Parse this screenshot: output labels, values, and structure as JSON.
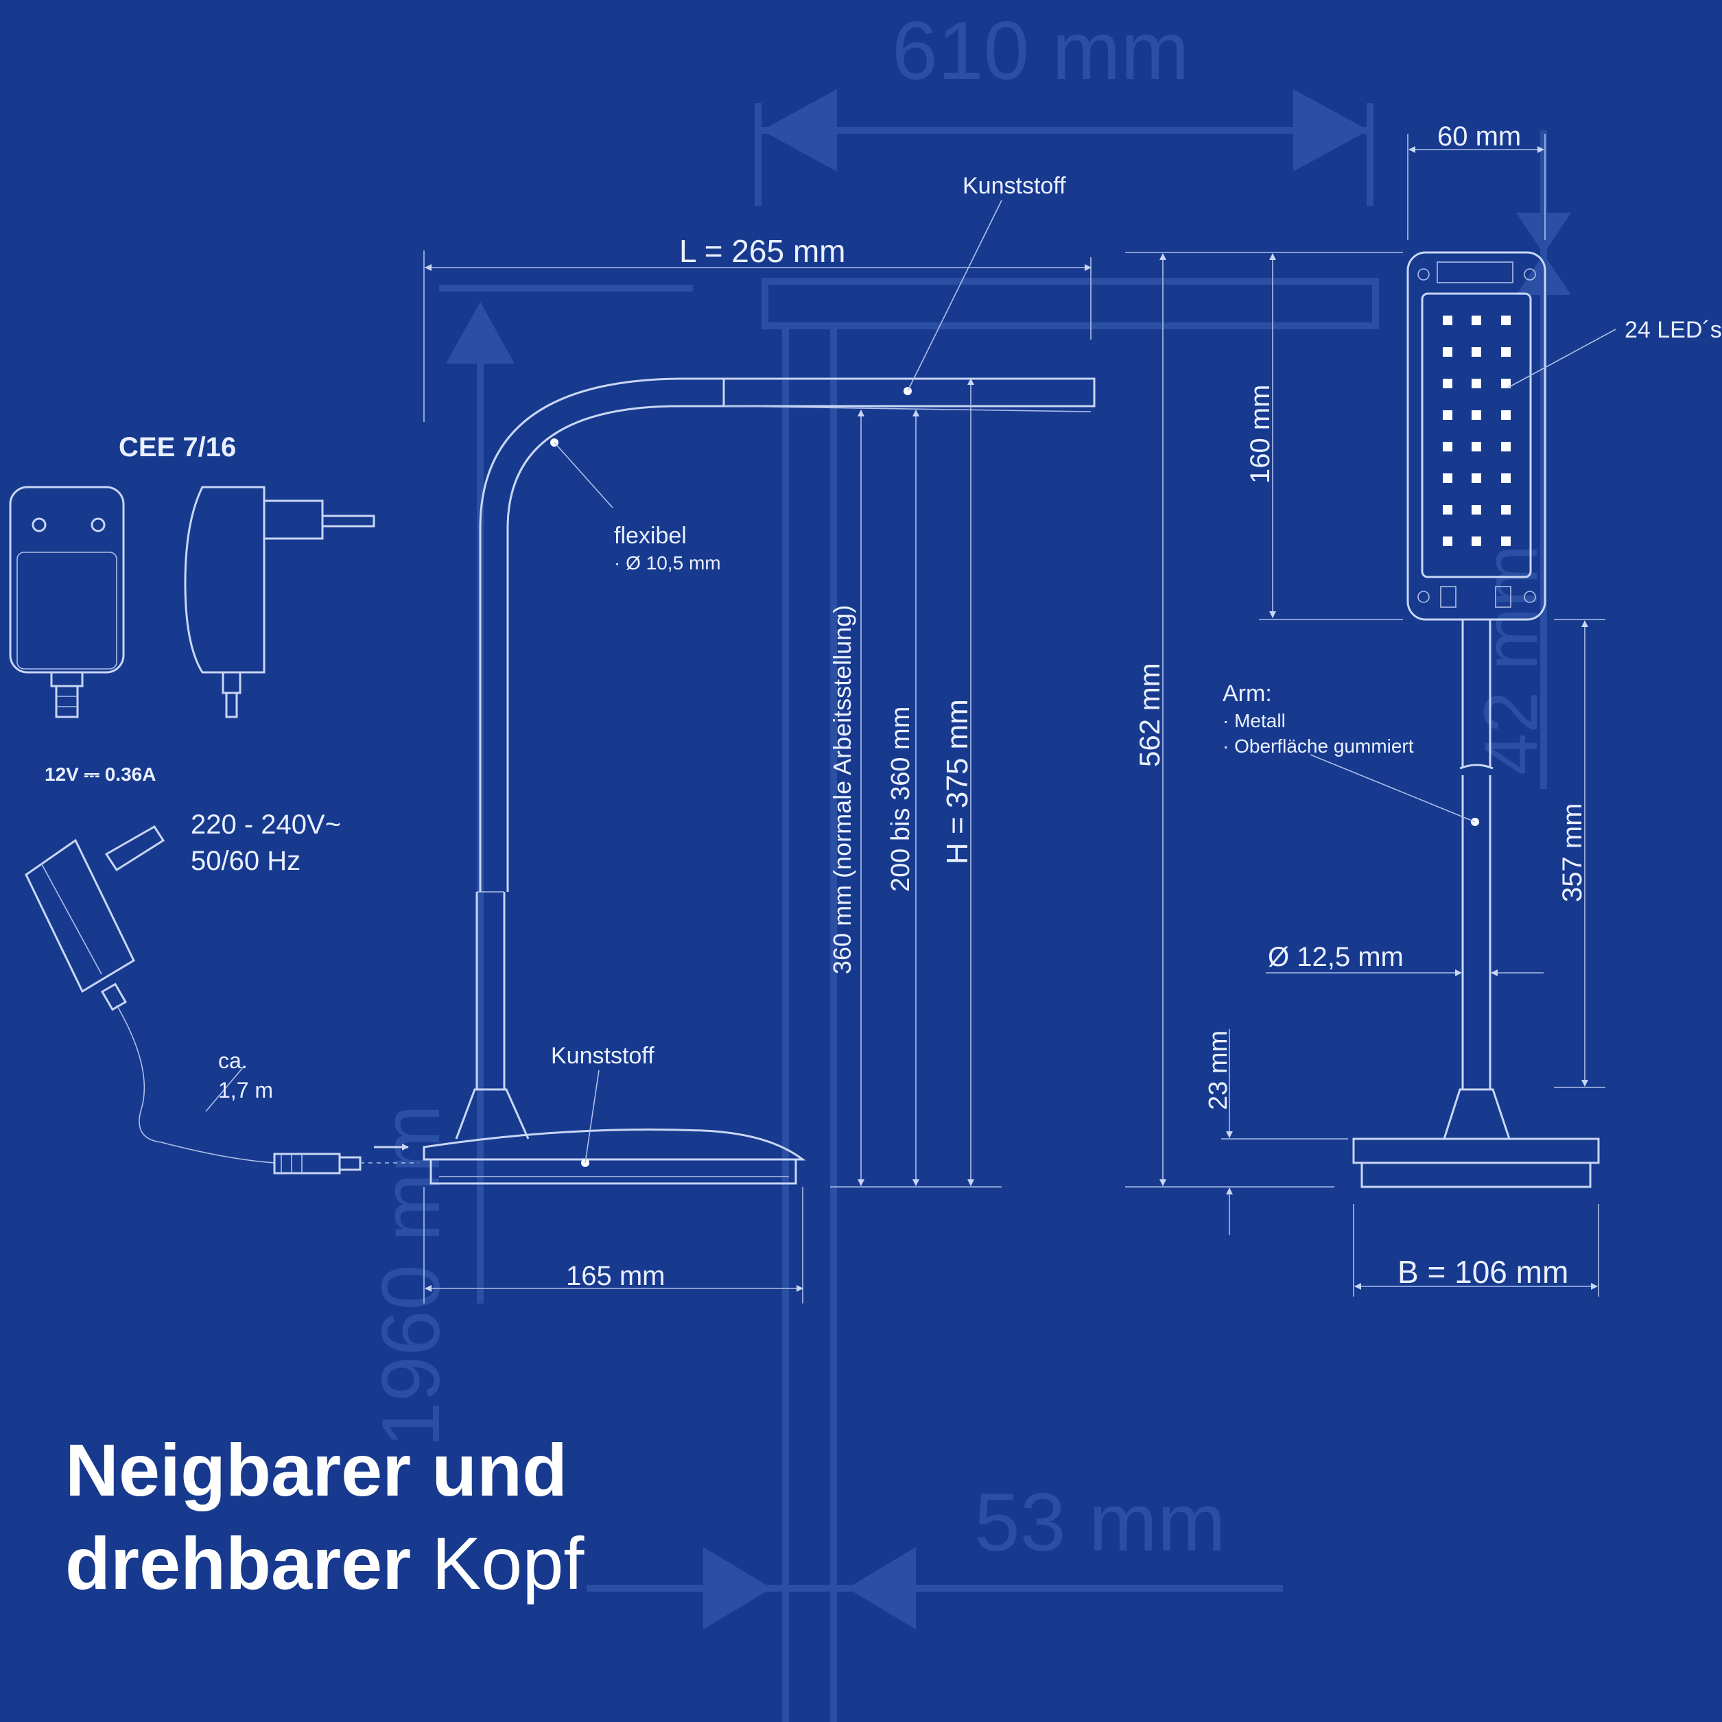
{
  "background_text": {
    "top_dim": "610 mm",
    "bottom_dim": "53 mm",
    "left_dim": "1960 mm",
    "right_dim": "42 mm"
  },
  "adapter": {
    "standard": "CEE 7/16",
    "output": "12V ⎓ 0.36A",
    "input_voltage": "220 - 240V~",
    "input_freq": "50/60 Hz",
    "cable_ca": "ca.",
    "cable_len": "1,7 m"
  },
  "side_view": {
    "length": "L = 265 mm",
    "head_material": "Kunststoff",
    "neck_label": "flexibel",
    "neck_diameter": "· Ø 10,5 mm",
    "base_material": "Kunststoff",
    "base_width": "165 mm",
    "working_height": "360 mm (normale Arbeitsstellung)",
    "range_height": "200 bis 360 mm",
    "total_height": "H = 375 mm"
  },
  "front_view": {
    "head_width": "60 mm",
    "led_count": "24 LED´s",
    "head_height": "160 mm",
    "max_height": "562 mm",
    "arm_title": "Arm:",
    "arm_line1": "· Metall",
    "arm_line2": "· Oberfläche gummiert",
    "arm_height": "357 mm",
    "arm_diameter": "Ø 12,5 mm",
    "base_height": "23 mm",
    "base_width": "B = 106 mm"
  },
  "headline": {
    "bold_line1": "Neigbarer und",
    "bold_line2": "drehbarer",
    "regular_word": "Kopf"
  },
  "colors": {
    "background": "#173a8f",
    "lines": "#c9d6f5",
    "text": "#eaf0ff"
  }
}
